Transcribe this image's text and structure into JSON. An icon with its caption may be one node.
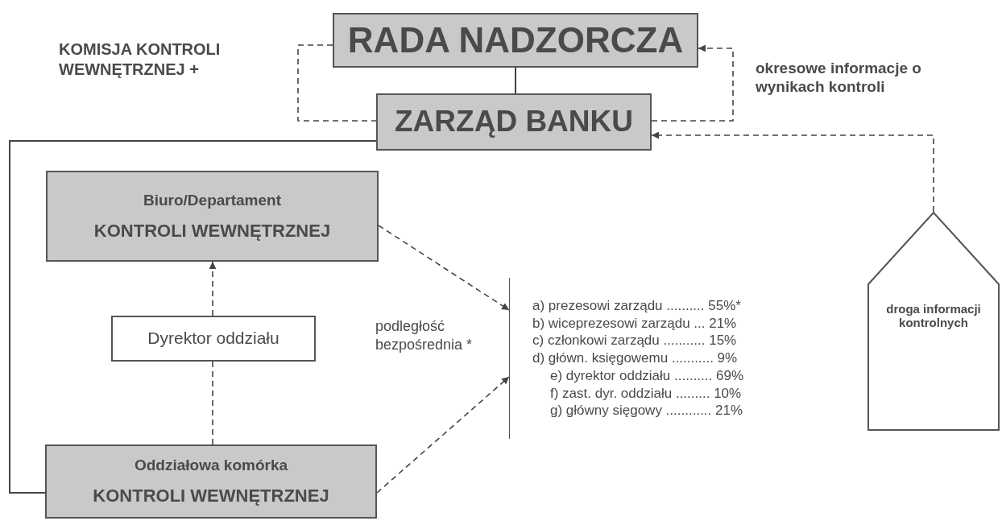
{
  "diagram": {
    "nodes": [
      {
        "text": [
          "RADA NADZORCZA"
        ]
      },
      {
        "text": [
          "ZARZĄD BANKU"
        ]
      },
      {
        "text": [
          "Biuro/Departament",
          "KONTROLI WEWNĘTRZNEJ"
        ]
      },
      {
        "text": [
          "Dyrektor oddziału"
        ]
      },
      {
        "text": [
          "Oddziałowa komórka",
          "KONTROLI WEWNĘTRZNEJ"
        ]
      },
      {
        "text": [
          "a) prezesowi zarządu .......... 55%*",
          "b) wiceprezesowi zarządu ... 21%",
          "c) członkowi zarządu ........... 15%",
          "d) główn. księgowemu ........... 9%",
          "e) dyrektor oddziału .......... 69%",
          "f) zast. dyr. oddziału ......... 10%",
          "g) główny sięgowy ............ 21%"
        ]
      },
      {
        "text": [
          "droga informacji kontrolnych"
        ]
      }
    ],
    "edges": [
      {
        "from": 0,
        "to": 1,
        "arrow": "none",
        "style": "dashed"
      },
      {
        "from": 0,
        "to": 1,
        "arrow": "none"
      },
      {
        "from": 1,
        "to": 0,
        "arrow": "to",
        "style": "dashed",
        "label": "okresowe informacje o wynikach kontroli"
      },
      {
        "from": 6,
        "to": 1,
        "arrow": "to",
        "style": "dashed"
      },
      {
        "from": 1,
        "to": 4,
        "arrow": "none"
      },
      {
        "from": 4,
        "to": 3,
        "arrow": "none",
        "style": "dashed"
      },
      {
        "from": 3,
        "to": 2,
        "arrow": "to",
        "style": "dashed"
      },
      {
        "from": 2,
        "to": 5,
        "arrow": "to",
        "style": "dashed"
      },
      {
        "from": 4,
        "to": 5,
        "arrow": "to",
        "style": "dashed"
      }
    ],
    "labels": [
      "KOMISJA KONTROLI WEWNĘTRZNEJ +",
      "podległość bezpośrednia *"
    ]
  }
}
